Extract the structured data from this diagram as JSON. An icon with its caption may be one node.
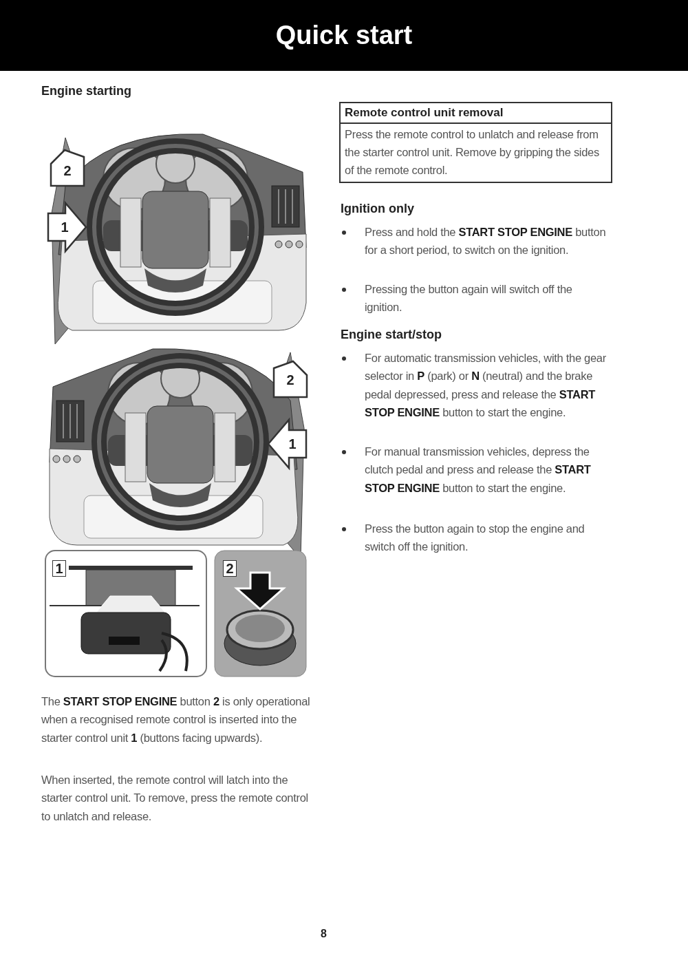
{
  "diagram": {
    "title": "Quick start",
    "nodes": [
      {
        "text": [
          "Remote control unit removal",
          "Press the remote control to unlatch and release from the starter control unit. Remove by gripping the sides of the remote control."
        ]
      }
    ],
    "labels": [
      "Engine starting",
      "2",
      "1",
      "2",
      "1",
      "1",
      "2",
      "The **START STOP ENGINE** button **2** is only operational when a recognised remote control is inserted into the starter control unit **1** (buttons facing upwards).",
      "When inserted, the remote control will latch into the starter control unit. To remove, press the remote control to unlatch and release.",
      "Ignition only",
      "Press and hold the **START STOP ENGINE** button for a short period, to switch on the ignition.",
      "Pressing the button again will switch off the ignition.",
      "Engine start/stop",
      "For automatic transmission vehicles, with the gear selector in **P** (park) or **N** (neutral) and the brake pedal depressed, press and release the **START STOP ENGINE** button to start the engine.",
      "For manual transmission vehicles, depress the clutch pedal and press and release the **START STOP ENGINE** button to start the engine.",
      "Press the button again to stop the engine and switch off the ignition.",
      "8"
    ]
  }
}
